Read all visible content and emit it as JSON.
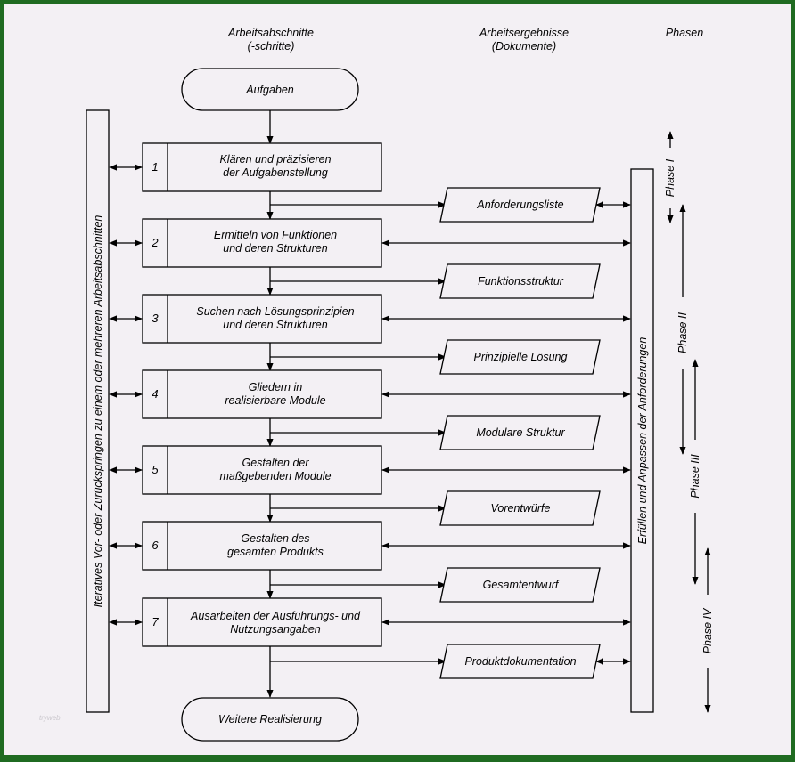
{
  "headers": {
    "steps_line1": "Arbeitsabschnitte",
    "steps_line2": "(-schritte)",
    "results_line1": "Arbeitsergebnisse",
    "results_line2": "(Dokumente)",
    "phases": "Phasen"
  },
  "start": "Aufgaben",
  "end": "Weitere Realisierung",
  "steps": [
    {
      "num": "1",
      "line1": "Klären und präzisieren",
      "line2": "der Aufgabenstellung"
    },
    {
      "num": "2",
      "line1": "Ermitteln von Funktionen",
      "line2": "und deren Strukturen"
    },
    {
      "num": "3",
      "line1": "Suchen nach Lösungsprinzipien",
      "line2": "und deren Strukturen"
    },
    {
      "num": "4",
      "line1": "Gliedern in",
      "line2": "realisierbare Module"
    },
    {
      "num": "5",
      "line1": "Gestalten der",
      "line2": "maßgebenden Module"
    },
    {
      "num": "6",
      "line1": "Gestalten des",
      "line2": "gesamten Produkts"
    },
    {
      "num": "7",
      "line1": "Ausarbeiten der Ausführungs- und",
      "line2": "Nutzungsangaben"
    }
  ],
  "results": [
    "Anforderungsliste",
    "Funktionsstruktur",
    "Prinzipielle Lösung",
    "Modulare Struktur",
    "Vorentwürfe",
    "Gesamtentwurf",
    "Produktdokumentation"
  ],
  "left_bar": "Iteratives Vor- oder Zurückspringen zu einem oder mehreren Arbeitsabschnitten",
  "right_bar": "Erfüllen und Anpassen der Anforderungen",
  "phases": [
    "Phase I",
    "Phase II",
    "Phase III",
    "Phase IV"
  ],
  "watermark": "tryweb"
}
